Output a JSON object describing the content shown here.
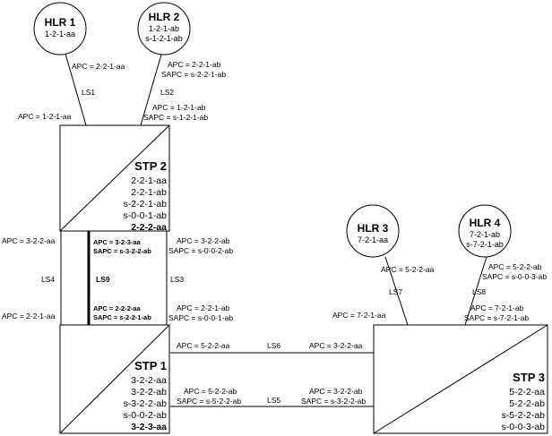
{
  "stp2": {
    "name": "STP 2",
    "pcs": [
      "2-2-1-aa",
      "2-2-1-ab",
      "s-2-2-1-ab",
      "s-0-0-1-ab"
    ],
    "pc_bold": "2-2-2-aa"
  },
  "stp1": {
    "name": "STP 1",
    "pcs": [
      "3-2-2-aa",
      "3-2-2-ab",
      "s-3-2-2-ab",
      "s-0-0-2-ab"
    ],
    "pc_bold": "3-2-3-aa"
  },
  "stp3": {
    "name": "STP 3",
    "pcs": [
      "5-2-2-aa",
      "5-2-2-ab",
      "s-5-2-2-ab",
      "s-0-0-3-ab"
    ]
  },
  "hlr1": {
    "name": "HLR 1",
    "pcs": [
      "1-2-1-aa"
    ]
  },
  "hlr2": {
    "name": "HLR 2",
    "pcs": [
      "1-2-1-ab",
      "s-1-2-1-ab"
    ]
  },
  "hlr3": {
    "name": "HLR 3",
    "pcs": [
      "7-2-1-aa"
    ]
  },
  "hlr4": {
    "name": "HLR 4",
    "pcs": [
      "7-2-1-ab",
      "s-7-2-1-ab"
    ]
  },
  "linksets": {
    "ls1": "LS1",
    "ls2": "LS2",
    "ls3": "LS3",
    "ls4": "LS4",
    "ls5": "LS5",
    "ls6": "LS6",
    "ls7": "LS7",
    "ls8": "LS8",
    "ls9": "LS9"
  },
  "labels": {
    "ls1_hlr1_apc": "APC = 2-2-1-aa",
    "ls1_stp2_apc": "APC = 1-2-1-aa",
    "ls2_hlr2_apc": "APC = 2-2-1-ab",
    "ls2_hlr2_sapc": "SAPC = s-2-2-1-ab",
    "ls2_stp2_apc": "APC = 1-2-1-ab",
    "ls2_stp2_sapc": "SAPC = s-1-2-1-ab",
    "ls4_top_apc": "APC = 3-2-2-aa",
    "ls4_bottom_apc": "APC = 2-2-1-aa",
    "ls9_top_apc": "APC = 3-2-3-aa",
    "ls9_top_sapc": "SAPC = s-3-2-2-ab",
    "ls9_bottom_apc": "APC = 2-2-2-aa",
    "ls9_bottom_sapc": "SAPC = s-2-2-1-ab",
    "ls3_top_apc": "APC = 3-2-2-ab",
    "ls3_top_sapc": "SAPC = s-0-0-2-ab",
    "ls3_bottom_apc": "APC = 2-2-1-ab",
    "ls3_bottom_sapc": "SAPC = s-0-0-1-ab",
    "ls6_stp1_apc": "APC = 5-2-2-aa",
    "ls6_stp3_apc": "APC = 3-2-2-aa",
    "ls5_stp1_apc": "APC = 5-2-2-ab",
    "ls5_stp1_sapc": "SAPC = s-5-2-2-ab",
    "ls5_stp3_apc": "APC = 3-2-2-ab",
    "ls5_stp3_sapc": "SAPC = s-3-2-2-ab",
    "ls7_hlr3_apc": "APC = 5-2-2-aa",
    "ls7_stp3_apc": "APC = 7-2-1-aa",
    "ls8_hlr4_apc": "APC = 5-2-2-ab",
    "ls8_hlr4_sapc": "SAPC = s-0-0-3-ab",
    "ls8_stp3_apc": "APC = 7-2-1-ab",
    "ls8_stp3_sapc": "SAPC = s-7-2-1-ab"
  }
}
